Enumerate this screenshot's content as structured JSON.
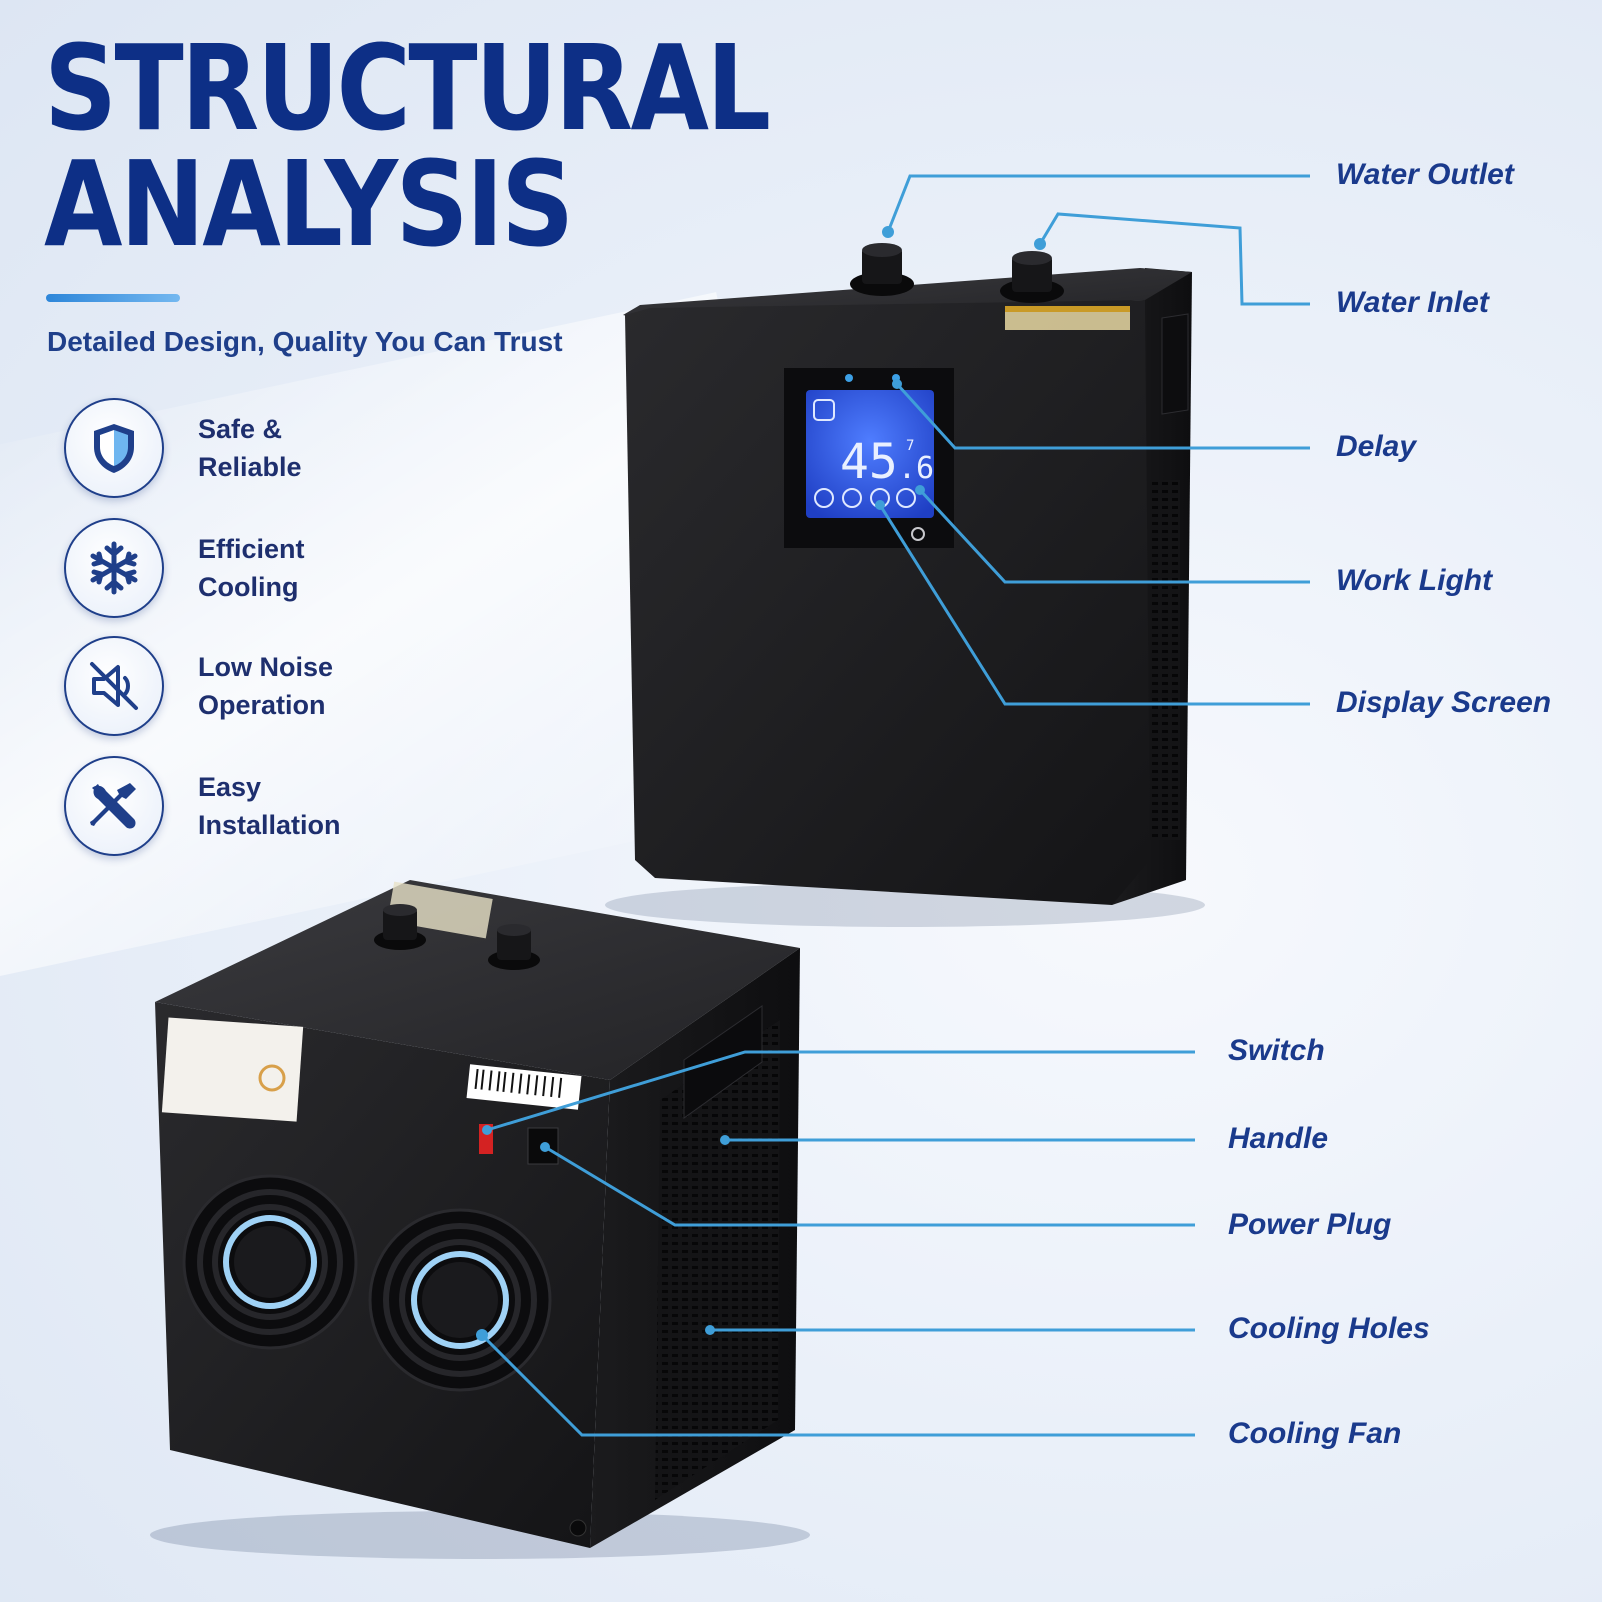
{
  "title": {
    "line1": "STRUCTURAL",
    "line2": "ANALYSIS"
  },
  "subtitle": "Detailed Design, Quality You Can Trust",
  "features": [
    {
      "line1": "Safe &",
      "line2": "Reliable",
      "icon": "shield-icon"
    },
    {
      "line1": "Efficient",
      "line2": "Cooling",
      "icon": "snowflake-icon"
    },
    {
      "line1": "Low Noise",
      "line2": "Operation",
      "icon": "mute-speaker-icon"
    },
    {
      "line1": "Easy",
      "line2": "Installation",
      "icon": "tools-icon"
    }
  ],
  "callouts_top": {
    "water_outlet": "Water Outlet",
    "water_inlet": "Water Inlet",
    "delay": "Delay",
    "work_light": "Work Light",
    "display_screen": "Display Screen"
  },
  "callouts_bottom": {
    "switch": "Switch",
    "handle": "Handle",
    "power_plug": "Power Plug",
    "cooling_holes": "Cooling Holes",
    "cooling_fan": "Cooling Fan"
  },
  "display": {
    "main": "45",
    "decimal": ".6",
    "small": "7"
  },
  "colors": {
    "title": "#0d2f86",
    "accent": "#2f8fd8",
    "lcd": "#2f5fe0",
    "unit": "#1c1c1e"
  }
}
